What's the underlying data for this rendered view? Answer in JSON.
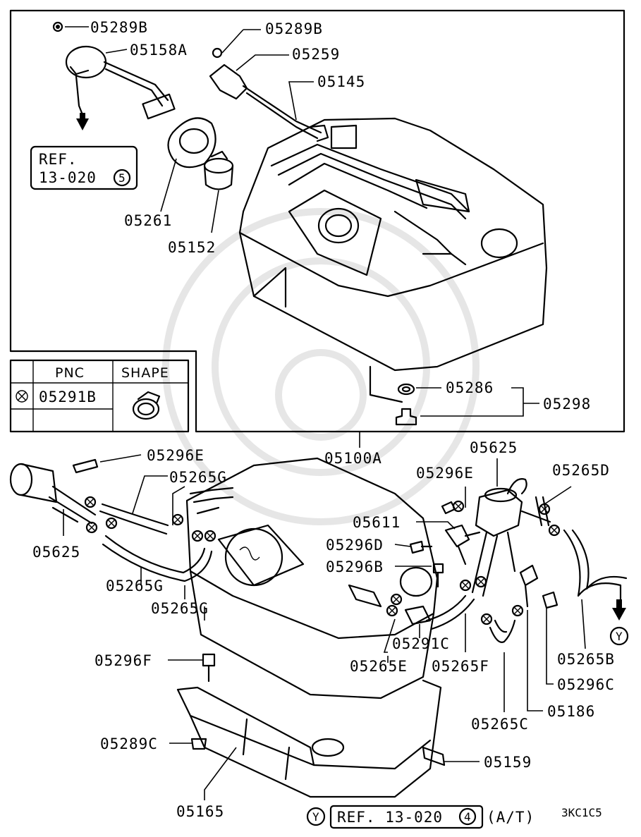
{
  "diagram_code": "3KC1C5",
  "references": {
    "upper": {
      "ref_label": "REF.",
      "ref_number": "13-020",
      "ref_circle": "5"
    },
    "lower": {
      "marker": "Y",
      "ref_text": "REF. 13-020",
      "ref_circle": "4",
      "suffix": "(A/T)"
    }
  },
  "marker_y": "Y",
  "legend": {
    "header_pnc": "PNC",
    "header_shape": "SHAPE",
    "symbol": "⊗",
    "pnc_value": "05291B"
  },
  "labels": {
    "05289B_a": "05289B",
    "05158A": "05158A",
    "05289B_b": "05289B",
    "05259": "05259",
    "05145": "05145",
    "05261": "05261",
    "05152": "05152",
    "05286": "05286",
    "05298": "05298",
    "05100A": "05100A",
    "05625_a": "05625",
    "05296E_a": "05296E",
    "05265D": "05265D",
    "05296E_b": "05296E",
    "05265G_a": "05265G",
    "05611": "05611",
    "05296D": "05296D",
    "05625_b": "05625",
    "05296B": "05296B",
    "05265G_b": "05265G",
    "05265G_c": "05265G",
    "05291C": "05291C",
    "05265E": "05265E",
    "05265F": "05265F",
    "05265B": "05265B",
    "05296F": "05296F",
    "05296C": "05296C",
    "05186": "05186",
    "05265C": "05265C",
    "05289C": "05289C",
    "05159": "05159",
    "05165": "05165"
  }
}
